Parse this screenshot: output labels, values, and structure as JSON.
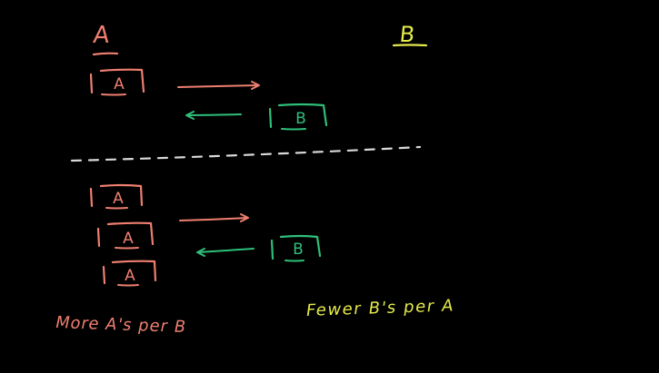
{
  "headings": {
    "left": "A",
    "right": "B"
  },
  "token_labels": {
    "a": "A",
    "b": "B"
  },
  "captions": {
    "left": "More A's per B",
    "right": "Fewer B's per A"
  },
  "colors": {
    "background": "#000000",
    "a_ink": "#ee7f70",
    "b_ink": "#e4e94a",
    "token_b_ink": "#2fbf7a",
    "divider": "#d9d9d9"
  }
}
